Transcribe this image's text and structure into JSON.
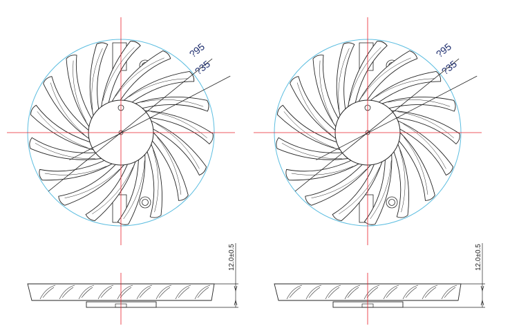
{
  "views": [
    {
      "name": "left-fan",
      "outer_diameter_label": "?95",
      "hub_diameter_label": "?35",
      "height_label": "12.0±0.5"
    },
    {
      "name": "right-fan",
      "outer_diameter_label": "?95",
      "hub_diameter_label": "?35",
      "height_label": "12.0±0.5"
    }
  ],
  "blade_count": 17,
  "colors": {
    "centerline": "#e8202a",
    "outline_circle": "#5bbde0",
    "line": "#222222",
    "dimension_text": "#1a2a6c"
  }
}
